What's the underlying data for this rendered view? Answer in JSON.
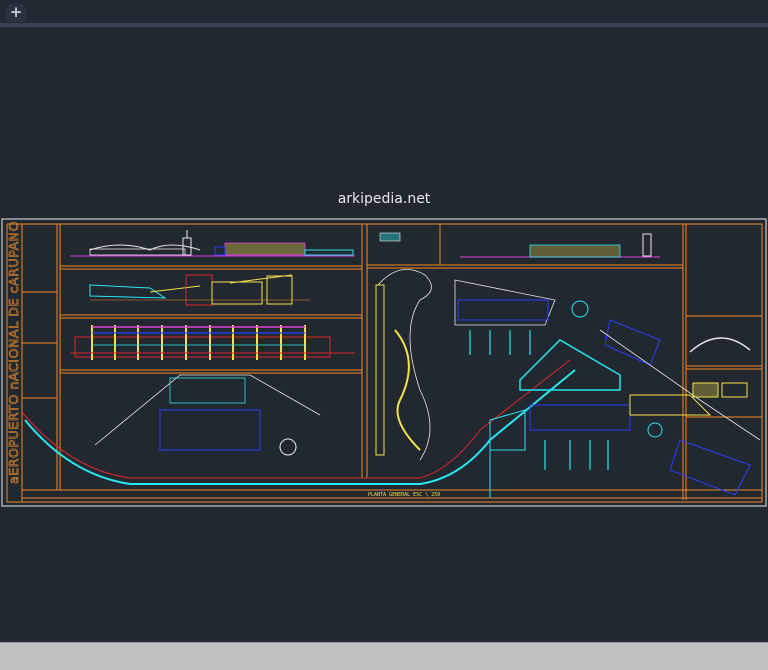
{
  "tabbar": {
    "new_tab_icon": "plus-icon",
    "new_tab_label": "+"
  },
  "watermark": "arkipedia.net",
  "drawing": {
    "title": "aEROPUERTO nACIONAL DE cARUPANO",
    "plan_label": "PLANTA GENERAL ESC \\ 250",
    "colors": {
      "frame": "#f08a22",
      "background": "#212830",
      "cyan": "#27e6f0",
      "yellow": "#f4e04a",
      "red": "#e0262a",
      "blue": "#2a3cff",
      "white": "#e8e8e8",
      "magenta": "#e040e0"
    }
  }
}
